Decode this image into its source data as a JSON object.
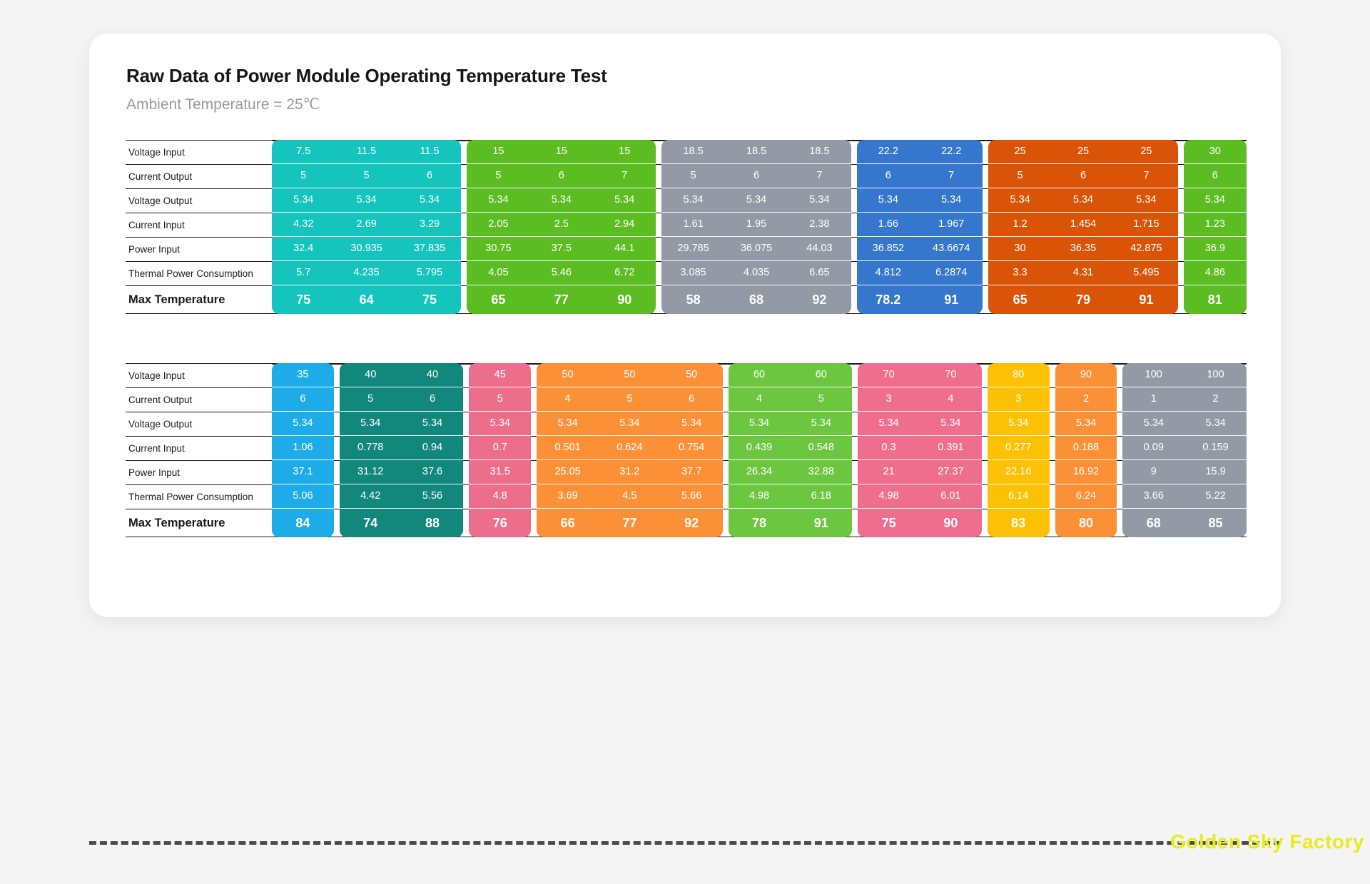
{
  "header": {
    "title": "Raw Data of Power Module Operating Temperature Test",
    "subtitle": "Ambient Temperature = 25℃"
  },
  "row_labels": [
    "Voltage Input",
    "Current Output",
    "Voltage Output",
    "Current Input",
    "Power Input",
    "Thermal Power Consumption",
    "Max Temperature"
  ],
  "footer": {
    "watermark": "Golden Sky Factory",
    "watermark_color": "#e8ec1c"
  },
  "chart_data": {
    "type": "table",
    "title": "Raw Data of Power Module Operating Temperature Test",
    "subtitle": "Ambient Temperature = 25℃",
    "row_headers": [
      "Voltage Input",
      "Current Output",
      "Voltage Output",
      "Current Input",
      "Power Input",
      "Thermal Power Consumption",
      "Max Temperature"
    ],
    "tables": [
      {
        "name": "table-top",
        "groups": [
          {
            "name": "group-7.5-11.5",
            "color": "#14c4bd",
            "columns": 3,
            "rows": {
              "Voltage Input": [
                "7.5",
                "11.5",
                "11.5"
              ],
              "Current Output": [
                "5",
                "5",
                "6"
              ],
              "Voltage Output": [
                "5.34",
                "5.34",
                "5.34"
              ],
              "Current Input": [
                "4.32",
                "2.69",
                "3.29"
              ],
              "Power Input": [
                "32.4",
                "30.935",
                "37.835"
              ],
              "Thermal Power Consumption": [
                "5.7",
                "4.235",
                "5.795"
              ],
              "Max Temperature": [
                "75",
                "64",
                "75"
              ]
            }
          },
          {
            "name": "group-15",
            "color": "#5cbd22",
            "columns": 3,
            "rows": {
              "Voltage Input": [
                "15",
                "15",
                "15"
              ],
              "Current Output": [
                "5",
                "6",
                "7"
              ],
              "Voltage Output": [
                "5.34",
                "5.34",
                "5.34"
              ],
              "Current Input": [
                "2.05",
                "2.5",
                "2.94"
              ],
              "Power Input": [
                "30.75",
                "37.5",
                "44.1"
              ],
              "Thermal Power Consumption": [
                "4.05",
                "5.46",
                "6.72"
              ],
              "Max Temperature": [
                "65",
                "77",
                "90"
              ]
            }
          },
          {
            "name": "group-18.5",
            "color": "#949aa5",
            "columns": 3,
            "rows": {
              "Voltage Input": [
                "18.5",
                "18.5",
                "18.5"
              ],
              "Current Output": [
                "5",
                "6",
                "7"
              ],
              "Voltage Output": [
                "5.34",
                "5.34",
                "5.34"
              ],
              "Current Input": [
                "1.61",
                "1.95",
                "2.38"
              ],
              "Power Input": [
                "29.785",
                "36.075",
                "44.03"
              ],
              "Thermal Power Consumption": [
                "3.085",
                "4.035",
                "6.65"
              ],
              "Max Temperature": [
                "58",
                "68",
                "92"
              ]
            }
          },
          {
            "name": "group-22.2",
            "color": "#3477cd",
            "columns": 2,
            "rows": {
              "Voltage Input": [
                "22.2",
                "22.2"
              ],
              "Current Output": [
                "6",
                "7"
              ],
              "Voltage Output": [
                "5.34",
                "5.34"
              ],
              "Current Input": [
                "1.66",
                "1.967"
              ],
              "Power Input": [
                "36.852",
                "43.6674"
              ],
              "Thermal Power Consumption": [
                "4.812",
                "6.2874"
              ],
              "Max Temperature": [
                "78.2",
                "91"
              ]
            }
          },
          {
            "name": "group-25",
            "color": "#da5408",
            "columns": 3,
            "rows": {
              "Voltage Input": [
                "25",
                "25",
                "25"
              ],
              "Current Output": [
                "5",
                "6",
                "7"
              ],
              "Voltage Output": [
                "5.34",
                "5.34",
                "5.34"
              ],
              "Current Input": [
                "1.2",
                "1.454",
                "1.715"
              ],
              "Power Input": [
                "30",
                "36.35",
                "42.875"
              ],
              "Thermal Power Consumption": [
                "3.3",
                "4.31",
                "5.495"
              ],
              "Max Temperature": [
                "65",
                "79",
                "91"
              ]
            }
          },
          {
            "name": "group-30",
            "color": "#5cbd22",
            "columns": 1,
            "rows": {
              "Voltage Input": [
                "30"
              ],
              "Current Output": [
                "6"
              ],
              "Voltage Output": [
                "5.34"
              ],
              "Current Input": [
                "1.23"
              ],
              "Power Input": [
                "36.9"
              ],
              "Thermal Power Consumption": [
                "4.86"
              ],
              "Max Temperature": [
                "81"
              ]
            }
          }
        ]
      },
      {
        "name": "table-bottom",
        "groups": [
          {
            "name": "group-35",
            "color": "#1eace8",
            "columns": 1,
            "rows": {
              "Voltage Input": [
                "35"
              ],
              "Current Output": [
                "6"
              ],
              "Voltage Output": [
                "5.34"
              ],
              "Current Input": [
                "1.06"
              ],
              "Power Input": [
                "37.1"
              ],
              "Thermal Power Consumption": [
                "5.06"
              ],
              "Max Temperature": [
                "84"
              ]
            }
          },
          {
            "name": "group-40",
            "color": "#12887c",
            "columns": 2,
            "rows": {
              "Voltage Input": [
                "40",
                "40"
              ],
              "Current Output": [
                "5",
                "6"
              ],
              "Voltage Output": [
                "5.34",
                "5.34"
              ],
              "Current Input": [
                "0.778",
                "0.94"
              ],
              "Power Input": [
                "31.12",
                "37.6"
              ],
              "Thermal Power Consumption": [
                "4.42",
                "5.56"
              ],
              "Max Temperature": [
                "74",
                "88"
              ]
            }
          },
          {
            "name": "group-45",
            "color": "#ec6e8b",
            "columns": 1,
            "rows": {
              "Voltage Input": [
                "45"
              ],
              "Current Output": [
                "5"
              ],
              "Voltage Output": [
                "5.34"
              ],
              "Current Input": [
                "0.7"
              ],
              "Power Input": [
                "31.5"
              ],
              "Thermal Power Consumption": [
                "4.8"
              ],
              "Max Temperature": [
                "76"
              ]
            }
          },
          {
            "name": "group-50",
            "color": "#fb9037",
            "columns": 3,
            "rows": {
              "Voltage Input": [
                "50",
                "50",
                "50"
              ],
              "Current Output": [
                "4",
                "5",
                "6"
              ],
              "Voltage Output": [
                "5.34",
                "5.34",
                "5.34"
              ],
              "Current Input": [
                "0.501",
                "0.624",
                "0.754"
              ],
              "Power Input": [
                "25.05",
                "31.2",
                "37.7"
              ],
              "Thermal Power Consumption": [
                "3.69",
                "4.5",
                "5.66"
              ],
              "Max Temperature": [
                "66",
                "77",
                "92"
              ]
            }
          },
          {
            "name": "group-60",
            "color": "#6cc63f",
            "columns": 2,
            "rows": {
              "Voltage Input": [
                "60",
                "60"
              ],
              "Current Output": [
                "4",
                "5"
              ],
              "Voltage Output": [
                "5.34",
                "5.34"
              ],
              "Current Input": [
                "0.439",
                "0.548"
              ],
              "Power Input": [
                "26.34",
                "32.88"
              ],
              "Thermal Power Consumption": [
                "4.98",
                "6.18"
              ],
              "Max Temperature": [
                "78",
                "91"
              ]
            }
          },
          {
            "name": "group-70",
            "color": "#ef6e8d",
            "columns": 2,
            "rows": {
              "Voltage Input": [
                "70",
                "70"
              ],
              "Current Output": [
                "3",
                "4"
              ],
              "Voltage Output": [
                "5.34",
                "5.34"
              ],
              "Current Input": [
                "0.3",
                "0.391"
              ],
              "Power Input": [
                "21",
                "27.37"
              ],
              "Thermal Power Consumption": [
                "4.98",
                "6.01"
              ],
              "Max Temperature": [
                "75",
                "90"
              ]
            }
          },
          {
            "name": "group-80",
            "color": "#fcc004",
            "columns": 1,
            "rows": {
              "Voltage Input": [
                "80"
              ],
              "Current Output": [
                "3"
              ],
              "Voltage Output": [
                "5.34"
              ],
              "Current Input": [
                "0.277"
              ],
              "Power Input": [
                "22.16"
              ],
              "Thermal Power Consumption": [
                "6.14"
              ],
              "Max Temperature": [
                "83"
              ]
            }
          },
          {
            "name": "group-90",
            "color": "#fb9037",
            "columns": 1,
            "rows": {
              "Voltage Input": [
                "90"
              ],
              "Current Output": [
                "2"
              ],
              "Voltage Output": [
                "5.34"
              ],
              "Current Input": [
                "0.188"
              ],
              "Power Input": [
                "16.92"
              ],
              "Thermal Power Consumption": [
                "6.24"
              ],
              "Max Temperature": [
                "80"
              ]
            }
          },
          {
            "name": "group-100",
            "color": "#949aa5",
            "columns": 2,
            "rows": {
              "Voltage Input": [
                "100",
                "100"
              ],
              "Current Output": [
                "1",
                "2"
              ],
              "Voltage Output": [
                "5.34",
                "5.34"
              ],
              "Current Input": [
                "0.09",
                "0.159"
              ],
              "Power Input": [
                "9",
                "15.9"
              ],
              "Thermal Power Consumption": [
                "3.66",
                "5.22"
              ],
              "Max Temperature": [
                "68",
                "85"
              ]
            }
          }
        ]
      }
    ]
  }
}
